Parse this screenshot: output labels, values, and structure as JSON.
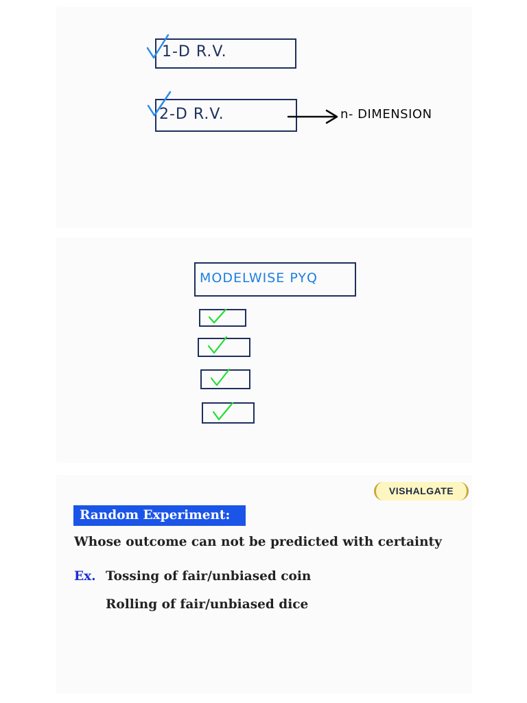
{
  "notes_top": {
    "item_1d": "1-D R.V.",
    "item_2d": "2-D R.V.",
    "arrow_target": "n- DIMENSION"
  },
  "notes_middle": {
    "box_title": "MODELWISE PYQ",
    "checklist_count": 4
  },
  "slide": {
    "watermark": "VISHALGATE",
    "heading": "Random Experiment:",
    "definition": "Whose outcome can not be predicted with certainty",
    "example_label": "Ex.",
    "examples": [
      "Tossing of fair/unbiased coin",
      "Rolling of fair/unbiased dice"
    ]
  },
  "colors": {
    "ink_navy": "#1d2f5e",
    "check_blue": "#2b8be8",
    "check_green": "#22dd33",
    "handwriting_blue": "#1e7fe0",
    "heading_bg": "#1b55e8",
    "example_label": "#1a2fd6",
    "badge_bg": "#fdf6c0"
  }
}
